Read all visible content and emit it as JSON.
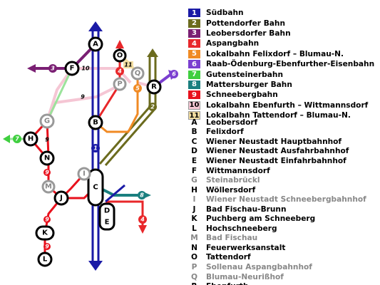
{
  "lines": [
    {
      "num": "1",
      "name": "Südbahn",
      "color": "#1a1aa6",
      "text": "#ffffff"
    },
    {
      "num": "2",
      "name": "Pottendorfer Bahn",
      "color": "#6b6b1e",
      "text": "#ffffff"
    },
    {
      "num": "3",
      "name": "Leobersdorfer Bahn",
      "color": "#7a1f73",
      "text": "#ffffff"
    },
    {
      "num": "4",
      "name": "Aspangbahn",
      "color": "#e8272a",
      "text": "#ffffff"
    },
    {
      "num": "5",
      "name": "Lokalbahn Felixdorf – Blumau-N.",
      "color": "#f08a24",
      "text": "#ffffff"
    },
    {
      "num": "6",
      "name": "Raab-Ödenburg-Ebenfurther-Eisenbahn",
      "color": "#7b3fd0",
      "text": "#ffffff"
    },
    {
      "num": "7",
      "name": "Gutensteinerbahn",
      "color": "#3fcf3f",
      "text": "#ffffff"
    },
    {
      "num": "8",
      "name": "Mattersburger Bahn",
      "color": "#1a7f7f",
      "text": "#ffffff"
    },
    {
      "num": "9",
      "name": "Schneebergbahn",
      "color": "#e8101c",
      "text": "#ffffff"
    },
    {
      "num": "10",
      "name": "Lokalbahn Ebenfurth – Wittmannsdorf",
      "color": "#f5c6d4",
      "text": "#000000"
    },
    {
      "num": "11",
      "name": "Lokalbahn Tattendorf – Blumau-N.",
      "color": "#f2dda0",
      "text": "#000000"
    }
  ],
  "stations": [
    {
      "letter": "A",
      "name": "Leobersdorf",
      "color": "#000000"
    },
    {
      "letter": "B",
      "name": "Felixdorf",
      "color": "#000000"
    },
    {
      "letter": "C",
      "name": "Wiener Neustadt Hauptbahnhof",
      "color": "#000000"
    },
    {
      "letter": "D",
      "name": "Wiener Neustadt Ausfahrbahnhof",
      "color": "#000000"
    },
    {
      "letter": "E",
      "name": "Wiener Neustadt Einfahrbahnhof",
      "color": "#000000"
    },
    {
      "letter": "F",
      "name": "Wittmannsdorf",
      "color": "#000000"
    },
    {
      "letter": "G",
      "name": "Steinabrückl",
      "color": "#888888"
    },
    {
      "letter": "H",
      "name": "Wöllersdorf",
      "color": "#000000"
    },
    {
      "letter": "I",
      "name": "Wiener Neustadt Schneebergbahnhof",
      "color": "#888888"
    },
    {
      "letter": "J",
      "name": "Bad Fischau-Brunn",
      "color": "#000000"
    },
    {
      "letter": "K",
      "name": "Puchberg am Schneeberg",
      "color": "#000000"
    },
    {
      "letter": "L",
      "name": "Hochschneeberg",
      "color": "#000000"
    },
    {
      "letter": "M",
      "name": "Bad Fischau",
      "color": "#888888"
    },
    {
      "letter": "N",
      "name": "Feuerwerksanstalt",
      "color": "#000000"
    },
    {
      "letter": "O",
      "name": "Tattendorf",
      "color": "#000000"
    },
    {
      "letter": "P",
      "name": "Sollenau Aspangbahnhof",
      "color": "#888888"
    },
    {
      "letter": "Q",
      "name": "Blumau-Neurißhof",
      "color": "#888888"
    },
    {
      "letter": "R",
      "name": "Ebenfurth",
      "color": "#000000"
    }
  ],
  "map_markers": [
    {
      "label": "A",
      "closed": false
    },
    {
      "label": "B",
      "closed": false
    },
    {
      "label": "C",
      "closed": false
    },
    {
      "label": "D",
      "closed": false
    },
    {
      "label": "E",
      "closed": false
    },
    {
      "label": "F",
      "closed": false
    },
    {
      "label": "G",
      "closed": true
    },
    {
      "label": "H",
      "closed": false
    },
    {
      "label": "I",
      "closed": true
    },
    {
      "label": "J",
      "closed": false
    },
    {
      "label": "K",
      "closed": false
    },
    {
      "label": "L",
      "closed": false
    },
    {
      "label": "M",
      "closed": true
    },
    {
      "label": "N",
      "closed": false
    },
    {
      "label": "O",
      "closed": false
    },
    {
      "label": "P",
      "closed": true
    },
    {
      "label": "Q",
      "closed": true
    },
    {
      "label": "R",
      "closed": false
    }
  ],
  "map_line_labels": [
    "1",
    "2",
    "3",
    "4",
    "4",
    "5",
    "6",
    "7",
    "8",
    "9",
    "9",
    "9",
    "9",
    "9",
    "10",
    "11"
  ]
}
